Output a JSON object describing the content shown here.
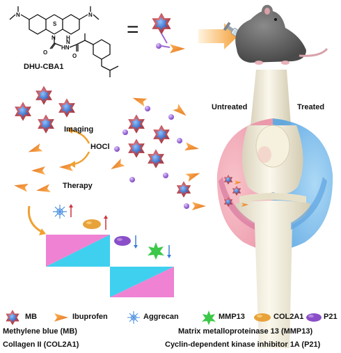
{
  "molecule": {
    "name": "DHU-CBA1",
    "equals_sign": "="
  },
  "process": {
    "reagent": "HOCl",
    "imaging_label": "Imaging",
    "therapy_label": "Therapy"
  },
  "knee": {
    "untreated_label": "Untreated",
    "treated_label": "Treated"
  },
  "colors": {
    "mb_star_outer": "#b8404a",
    "mb_star_inner": "#2f6fd0",
    "ibuprofen": "#f08a2a",
    "linker_ball": "#9c6ad0",
    "aggrecan": "#4a8fe0",
    "mmp13": "#3cc848",
    "col2a1": "#e8a23a",
    "p21": "#8a4fc8",
    "cyan": "#3fd0f0",
    "pink": "#ef82d2",
    "arrow_up": "#d0303c",
    "arrow_down": "#3a7fd8"
  },
  "legend": {
    "items": [
      {
        "icon": "mb-star-icon",
        "label": "MB"
      },
      {
        "icon": "ibuprofen-arrow-icon",
        "label": "Ibuprofen"
      },
      {
        "icon": "aggrecan-icon",
        "label": "Aggrecan"
      },
      {
        "icon": "mmp13-icon",
        "label": "MMP13"
      },
      {
        "icon": "col2a1-icon",
        "label": "COL2A1"
      },
      {
        "icon": "p21-icon",
        "label": "P21"
      }
    ],
    "definitions": [
      "Methylene blue (MB)",
      "Matrix metalloproteinase 13 (MMP13)",
      "Collagen II (COL2A1)",
      "Cyclin-dependent kinase inhibitor 1A (P21)"
    ]
  }
}
